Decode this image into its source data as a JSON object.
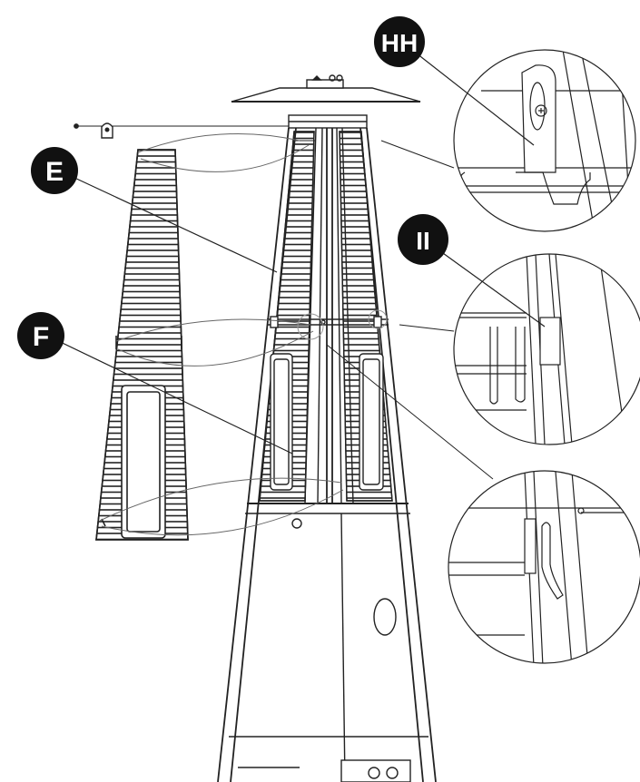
{
  "diagram": {
    "callouts": [
      {
        "id": "E",
        "label": "E"
      },
      {
        "id": "F",
        "label": "F"
      },
      {
        "id": "HH",
        "label": "HH"
      },
      {
        "id": "II",
        "label": "II"
      }
    ],
    "colors": {
      "ink": "#111111",
      "line": "#222222",
      "background": "#ffffff"
    }
  }
}
